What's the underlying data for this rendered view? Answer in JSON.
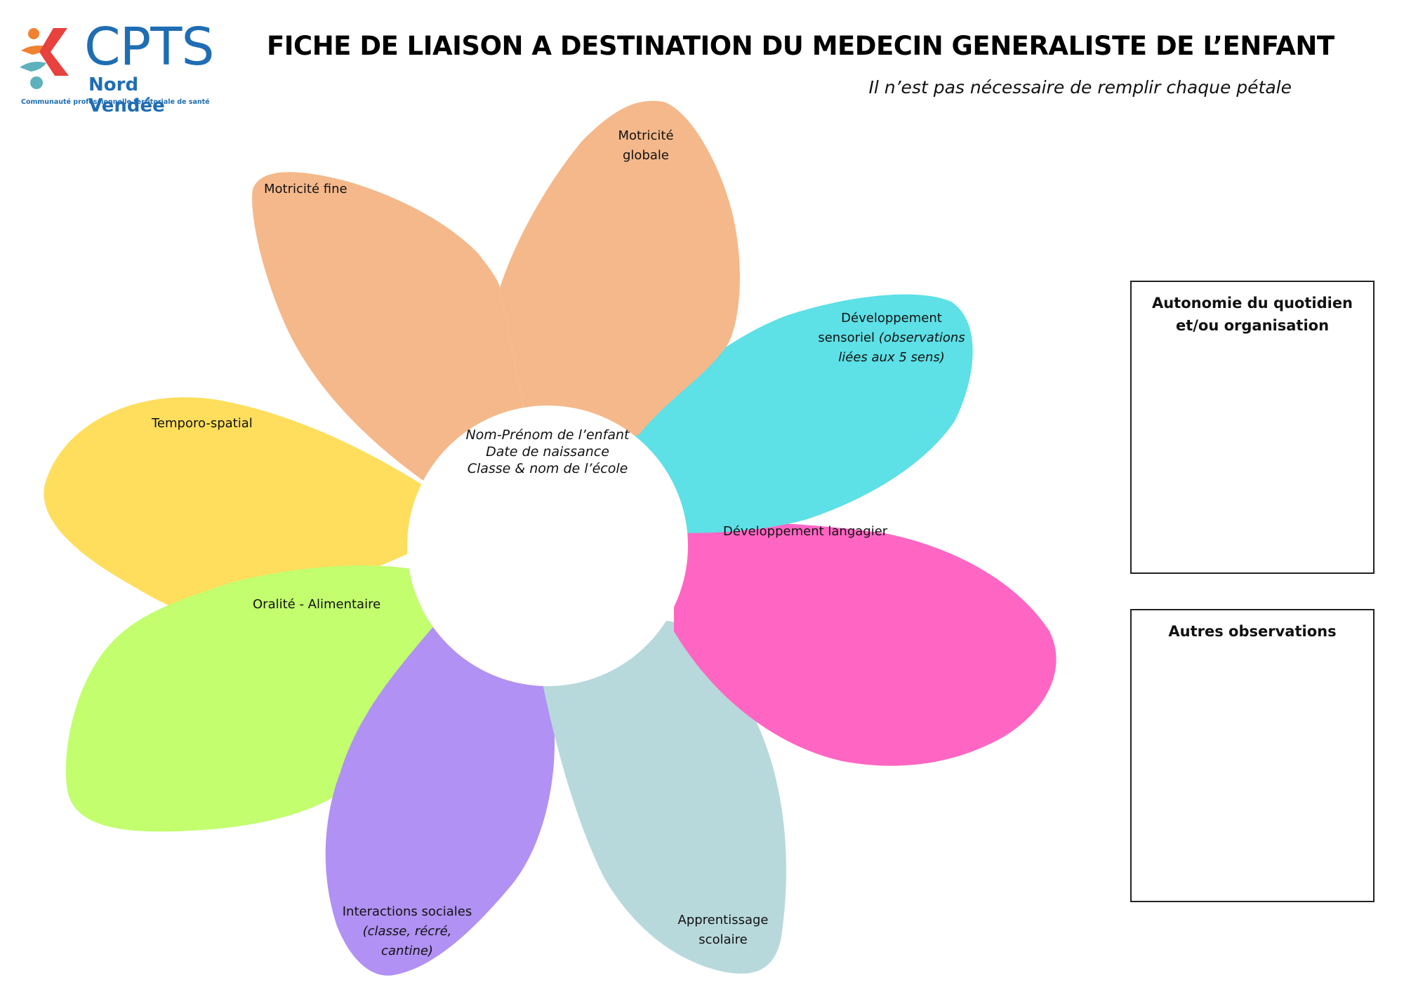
{
  "logo": {
    "name": "CPTS",
    "region": "Nord Vendée",
    "tagline": "Communauté professionnelle territoriale de santé",
    "colors": {
      "blue": "#1f6db3",
      "orange": "#f08232",
      "red": "#e8413e",
      "teal": "#5fb1be"
    }
  },
  "header": {
    "title": "FICHE DE LIAISON A DESTINATION DU MEDECIN GENERALISTE DE L’ENFANT",
    "subtitle": "Il n’est pas nécessaire de remplir chaque pétale"
  },
  "center": {
    "line1": "Nom-Prénom de l’enfant",
    "line2": "Date de naissance",
    "line3": "Classe & nom de l’école"
  },
  "petals": {
    "motricite_fine": {
      "label": "Motricité fine",
      "color": "#f5b88a"
    },
    "motricite_globale": {
      "line1": "Motricité",
      "line2": "globale",
      "color": "#f5b88a"
    },
    "sensoriel": {
      "line1": "Développement",
      "line2a": "sensoriel",
      "line2b": "(observations",
      "line3": "liées aux 5 sens)",
      "color": "#5de0e6"
    },
    "langagier": {
      "label": "Développement langagier",
      "color": "#ff66c4"
    },
    "scolaire": {
      "line1": "Apprentissage",
      "line2": "scolaire",
      "color": "#b8d9dc"
    },
    "interactions": {
      "line1": "Interactions sociales",
      "line2": "(classe, récré,",
      "line3": "cantine)",
      "color": "#b191f3"
    },
    "oralite": {
      "label": "Oralité - Alimentaire",
      "color": "#c2fe6e"
    },
    "temporo": {
      "label": "Temporo-spatial",
      "color": "#fede5c"
    }
  },
  "boxes": {
    "autonomie": "Autonomie du quotidien et/ou organisation",
    "autres": "Autres observations"
  }
}
